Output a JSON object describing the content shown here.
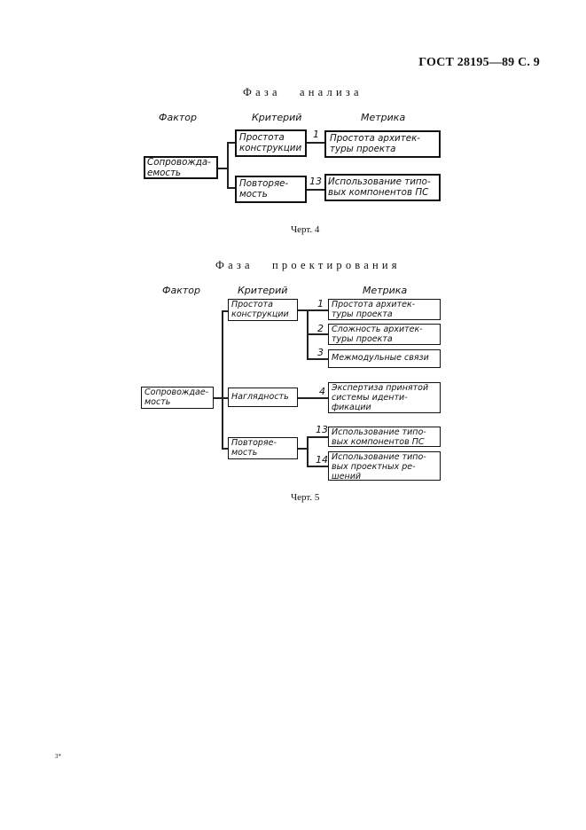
{
  "header": {
    "title": "ГОСТ 28195—89 С. 9"
  },
  "diagram4": {
    "title": "Фаза анализа",
    "caption": "Черт. 4",
    "columns": {
      "factor": "Фактор",
      "criterion": "Критерий",
      "metric": "Метрика"
    },
    "factor": "Сопровожда-\nемость",
    "criteria": [
      {
        "label": "Простота\nконструкции"
      },
      {
        "label": "Повторяе-\nмость"
      }
    ],
    "metrics": [
      {
        "number": "1",
        "label": "Простота архитек-\nтуры проекта"
      },
      {
        "number": "13",
        "label": "Использование типо-\nвых компонентов ПС"
      }
    ]
  },
  "diagram5": {
    "title": "Фаза проектирования",
    "caption": "Черт. 5",
    "columns": {
      "factor": "Фактор",
      "criterion": "Критерий",
      "metric": "Метрика"
    },
    "factor": "Сопровождае-\nмость",
    "criteria": [
      {
        "label": "Простота\nконструкции"
      },
      {
        "label": "Наглядность"
      },
      {
        "label": "Повторяе-\nмость"
      }
    ],
    "metrics": [
      {
        "number": "1",
        "label": "Простота архитек-\nтуры проекта"
      },
      {
        "number": "2",
        "label": "Сложность архитек-\nтуры проекта"
      },
      {
        "number": "3",
        "label": "Межмодульные связи"
      },
      {
        "number": "4",
        "label": "Экспертиза принятой\nсистемы иденти-\nфикации"
      },
      {
        "number": "13",
        "label": "Использование типо-\nвых компонентов ПС"
      },
      {
        "number": "14",
        "label": "Использование типо-\nвых проектных ре-\nшений"
      }
    ]
  },
  "footer": {
    "mark": "3*"
  }
}
